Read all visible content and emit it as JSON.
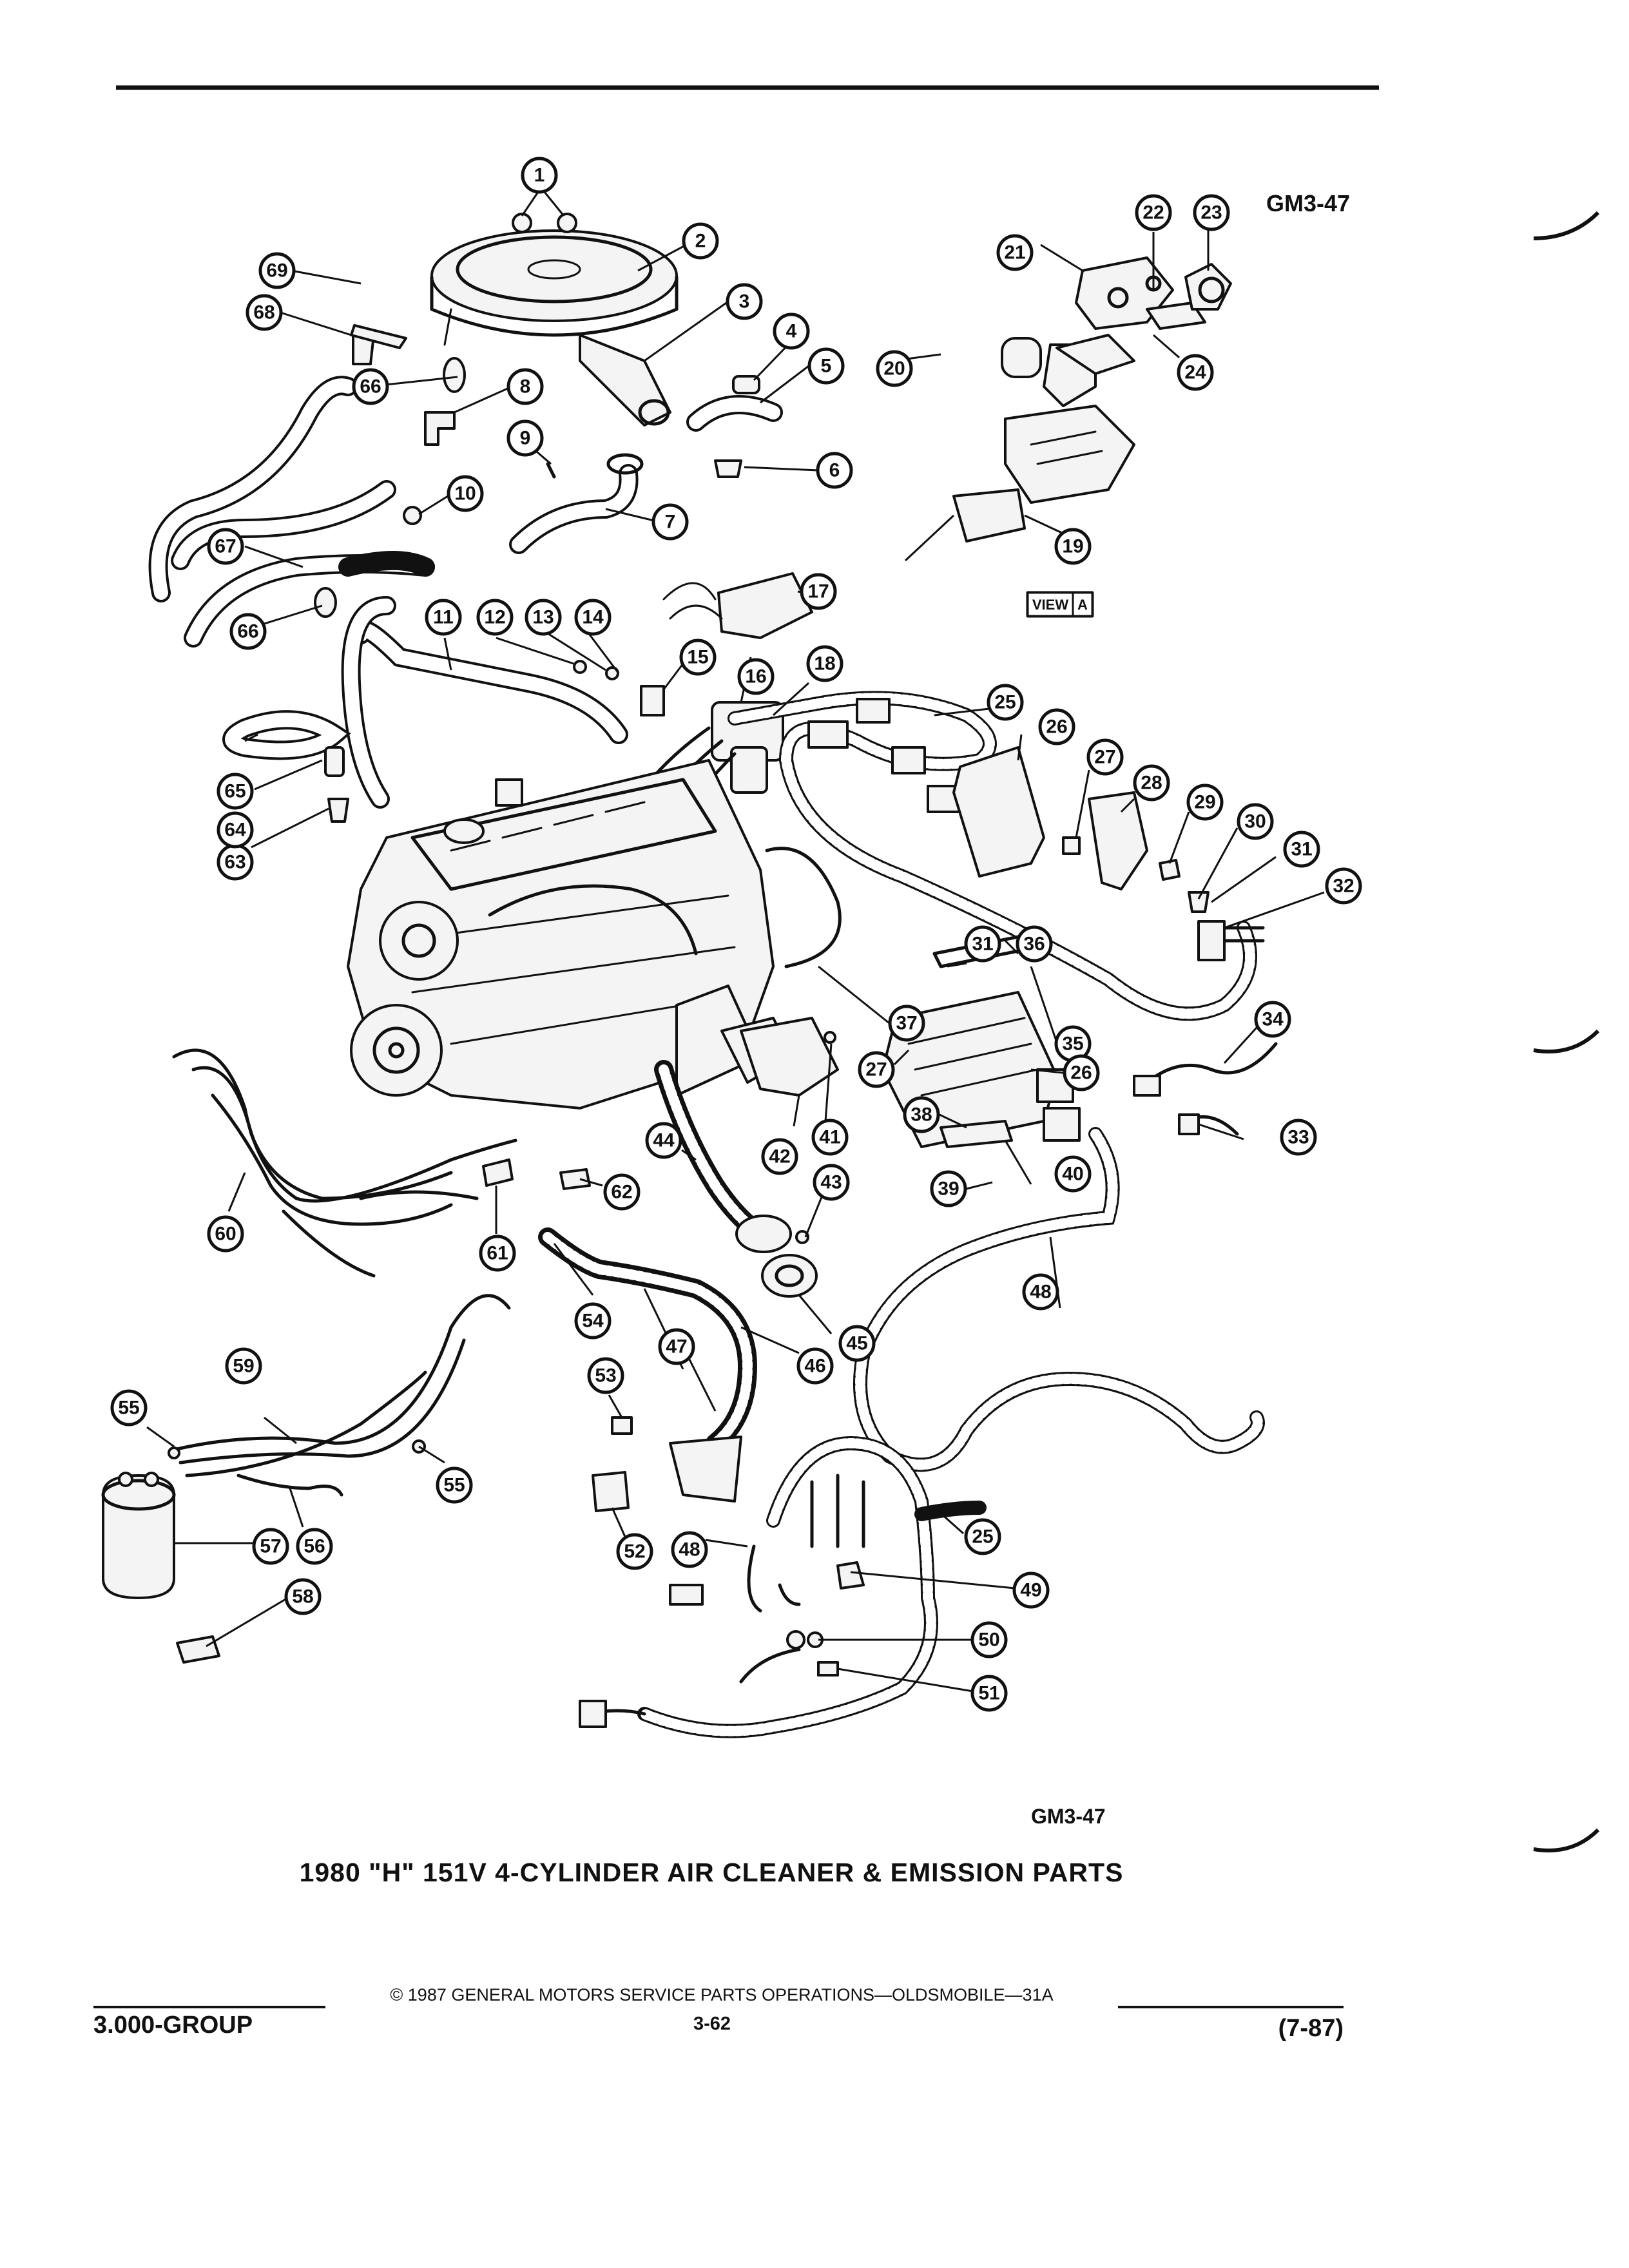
{
  "figure_code_top": "GM3-47",
  "figure_code_bottom": "GM3-47",
  "view_label": "VIEW",
  "view_letter": "A",
  "caption": "1980 \"H\" 151V 4-CYLINDER AIR CLEANER & EMISSION PARTS",
  "copyright": "© 1987 GENERAL MOTORS SERVICE PARTS OPERATIONS—OLDSMOBILE—31A",
  "footer_left": "3.000-GROUP",
  "page_number": "3-62",
  "footer_right": "(7-87)",
  "callouts": [
    "1",
    "2",
    "3",
    "4",
    "5",
    "6",
    "7",
    "8",
    "9",
    "10",
    "11",
    "12",
    "13",
    "14",
    "15",
    "16",
    "17",
    "18",
    "19",
    "20",
    "21",
    "22",
    "23",
    "24",
    "25",
    "26",
    "27",
    "28",
    "29",
    "30",
    "31",
    "32",
    "33",
    "34",
    "35",
    "36",
    "37",
    "38",
    "39",
    "40",
    "41",
    "42",
    "43",
    "44",
    "45",
    "46",
    "47",
    "48",
    "49",
    "50",
    "51",
    "52",
    "53",
    "54",
    "55",
    "56",
    "57",
    "58",
    "59",
    "60",
    "61",
    "62",
    "63",
    "64",
    "65",
    "66",
    "67",
    "68",
    "69"
  ]
}
